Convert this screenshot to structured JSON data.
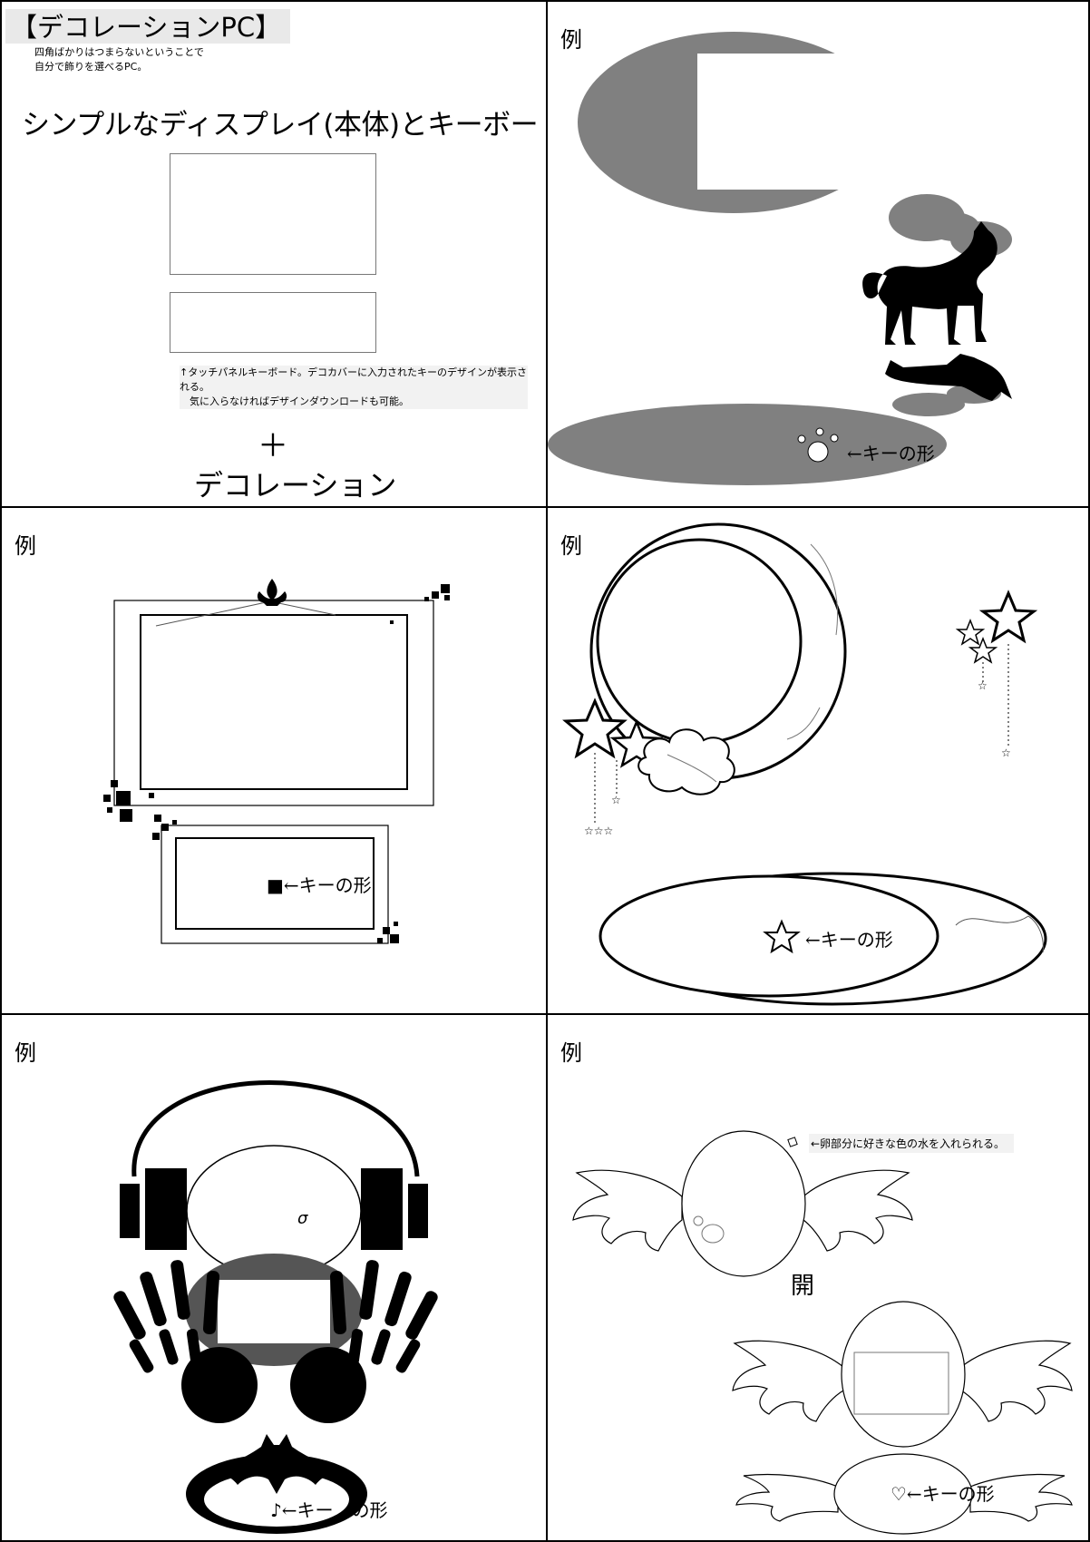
{
  "panel1": {
    "title": "【デコレーションPC】",
    "subtext": "四角ばかりはつまらないということで\n自分で飾りを選べるPC。",
    "headline": "シンプルなディスプレイ(本体)とキーボード",
    "note": "↑タッチパネルキーボード。デコカバーに入力されたキーのデザインが表示される。\n　気に入らなければデザインダウンロードも可能。",
    "plus": "＋",
    "decoration": "デコレーション"
  },
  "panel2": {
    "rei": "例",
    "key_label": "←キーの形"
  },
  "panel3": {
    "rei": "例",
    "key_label": "■←キーの形"
  },
  "panel4": {
    "rei": "例",
    "key_label": "←キーの形"
  },
  "panel5": {
    "rei": "例",
    "key_label": "♪←キー　の形"
  },
  "panel6": {
    "rei": "例",
    "egg_note": "←卵部分に好きな色の水を入れられる。",
    "open_label": "開",
    "key_label": "♡←キーの形"
  },
  "colors": {
    "gray": "#808080",
    "dark_gray": "#555555",
    "black": "#000000"
  },
  "icons": [
    "cat-silhouette",
    "paw-icon",
    "fleur-de-lis-icon",
    "star-icon",
    "crescent-moon",
    "cloud-icon",
    "headphones",
    "skeleton-hand",
    "bat-icon",
    "egg-with-wings",
    "heart-icon",
    "music-note-icon"
  ]
}
